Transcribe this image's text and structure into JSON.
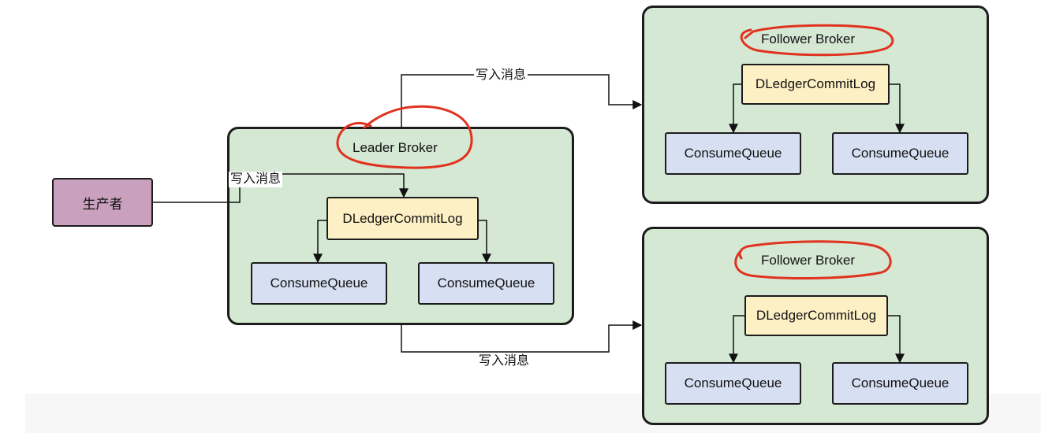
{
  "producer": {
    "label": "生产者"
  },
  "leader": {
    "title": "Leader Broker",
    "commit_log": "DLedgerCommitLog",
    "queues": [
      "ConsumeQueue",
      "ConsumeQueue"
    ]
  },
  "followers": [
    {
      "title": "Follower Broker",
      "commit_log": "DLedgerCommitLog",
      "queues": [
        "ConsumeQueue",
        "ConsumeQueue"
      ]
    },
    {
      "title": "Follower Broker",
      "commit_log": "DLedgerCommitLog",
      "queues": [
        "ConsumeQueue",
        "ConsumeQueue"
      ]
    }
  ],
  "edges": {
    "producer_to_leader": "写入消息",
    "leader_to_follower_1": "写入消息",
    "leader_to_follower_2": "写入消息"
  },
  "colors": {
    "container": "#d5e8d4",
    "producer": "#c9a0bd",
    "commit_log": "#fdf0c4",
    "consume_queue": "#d7e0f3",
    "highlight": "#e0331f"
  }
}
